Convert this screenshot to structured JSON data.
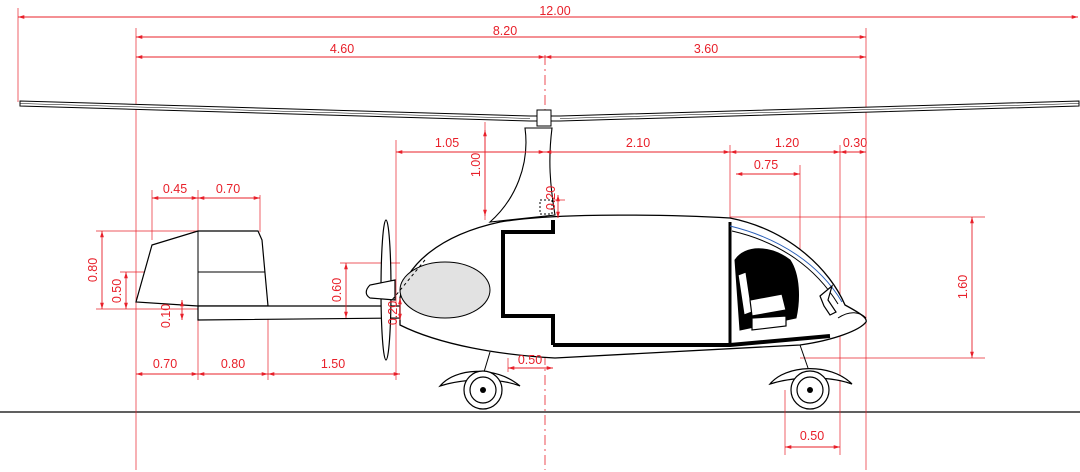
{
  "dimensions": {
    "rotor_diameter": "12.00",
    "overall_length": "8.20",
    "front_to_mast": "4.60",
    "mast_to_rear": "3.60",
    "prop_to_mast": "1.05",
    "mast_to_cockpit": "2.10",
    "cockpit_length": "1.20",
    "nose_tip": "0.30",
    "seat_depth": "0.75",
    "stab_chord": "0.45",
    "fin_chord": "0.70",
    "fin_height": "0.80",
    "stab_height": "0.50",
    "boom_height": "0.10",
    "tail_span_a": "0.70",
    "tail_span_b": "0.80",
    "boom_length": "1.50",
    "prop_diameter": "0.60",
    "prop_hub_offset": "0.20",
    "mast_height": "1.00",
    "rotor_hub": "0.20",
    "fuselage_height": "1.60",
    "main_gear_offset": "0.50",
    "nose_gear_offset": "0.50"
  },
  "colors": {
    "dimension": "#e8202a",
    "outline": "#000000",
    "shade": "#e2e2e2",
    "canopy": "#2a5fb8"
  }
}
